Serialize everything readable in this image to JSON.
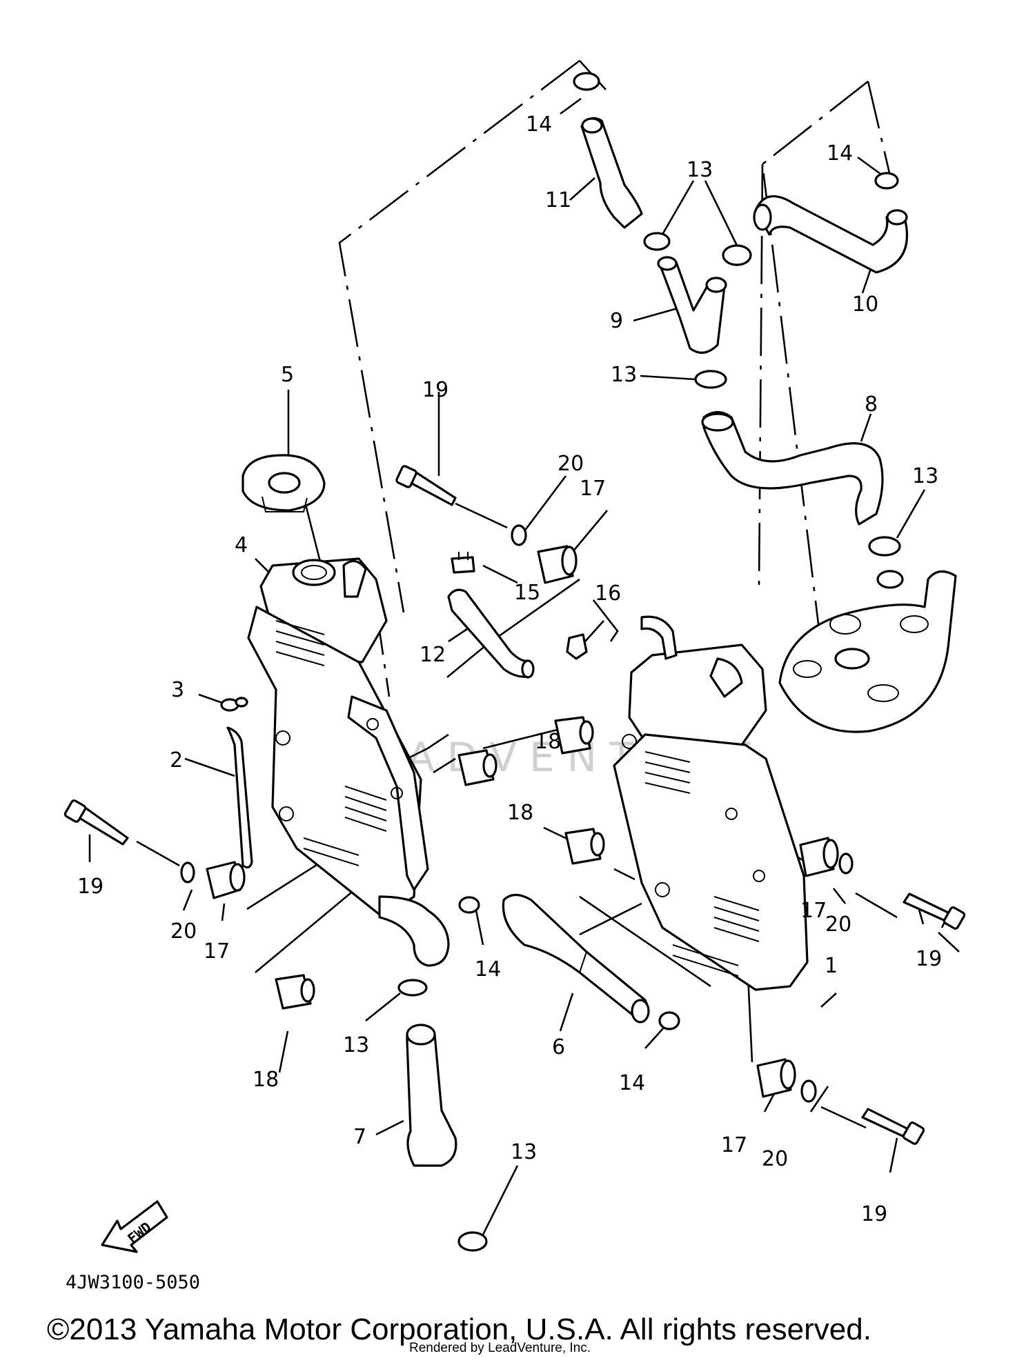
{
  "callouts": [
    "1",
    "2",
    "3",
    "4",
    "5",
    "6",
    "7",
    "8",
    "9",
    "10",
    "11",
    "12",
    "13",
    "14",
    "15",
    "16",
    "17",
    "18",
    "19",
    "20"
  ],
  "labels": {
    "p1": "1",
    "p2": "2",
    "p3": "3",
    "p4": "4",
    "p5": "5",
    "p6": "6",
    "p7": "7",
    "p8": "8",
    "p9": "9",
    "p10": "10",
    "p11": "11",
    "p12": "12",
    "p15": "15",
    "p16": "16",
    "p13": "13",
    "p14": "14",
    "p17": "17",
    "p18": "18",
    "p19": "19",
    "p20": "20"
  },
  "fwd_label": "FWD",
  "diagram_code": "4JW3100-5050",
  "copyright": "©2013 Yamaha Motor Corporation, U.S.A. All rights reserved.",
  "rendered_by": "Rendered by LeadVenture, Inc.",
  "watermark": "LEADVENTURE"
}
